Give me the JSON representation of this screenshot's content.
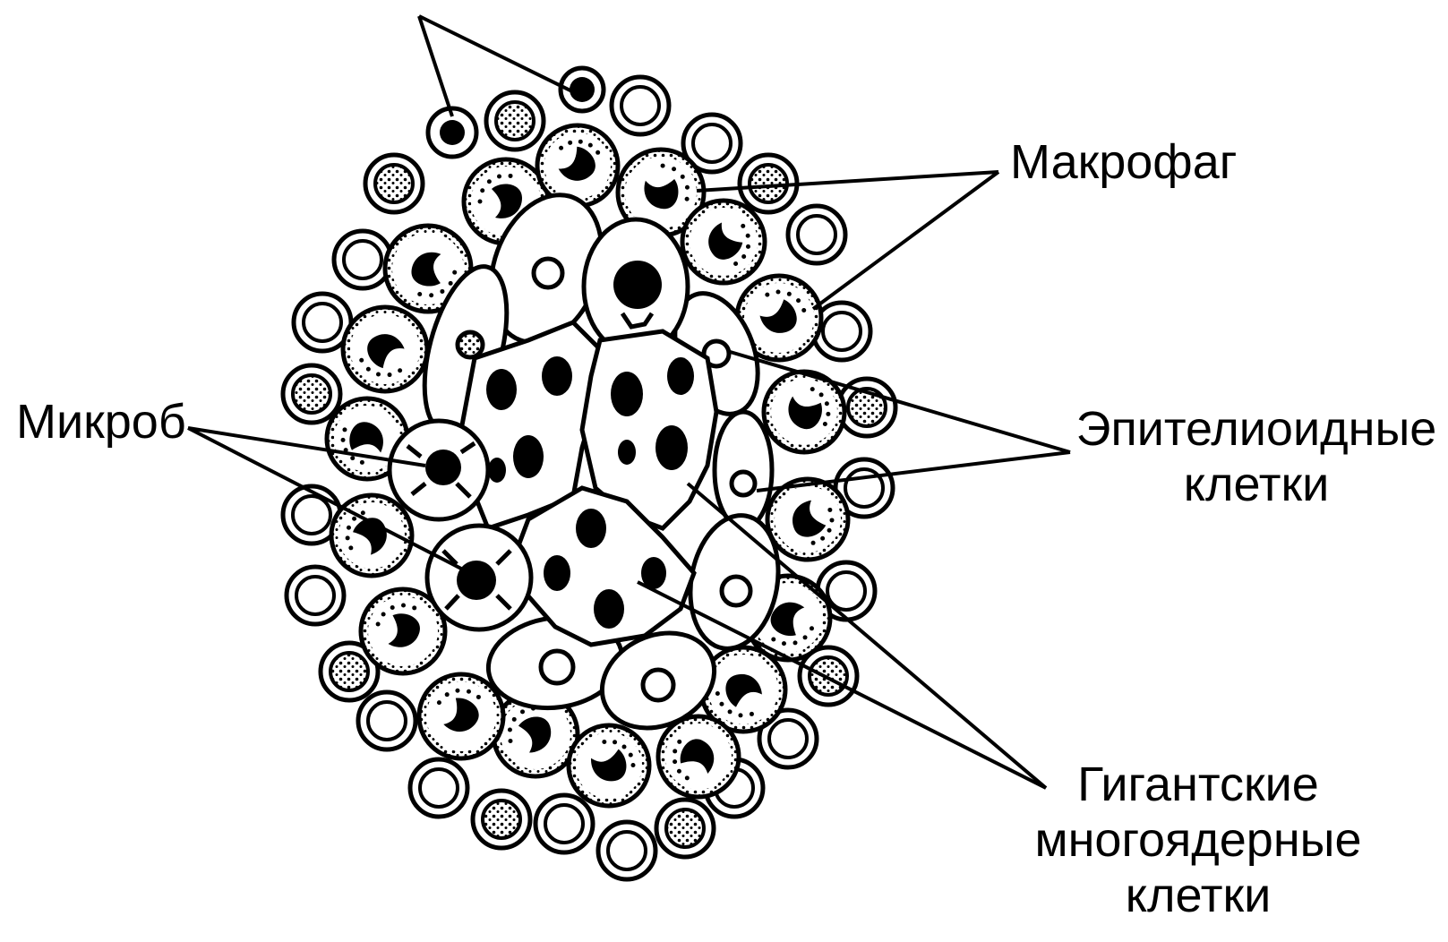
{
  "labels": {
    "macrophage": "Макрофаг",
    "microbe": "Микроб",
    "epithelioid": [
      "Эпителиоидные",
      "клетки"
    ],
    "giant": [
      "Гигантские",
      "многоядерные",
      "клетки"
    ]
  },
  "colors": {
    "ink": "#000000",
    "paper": "#ffffff"
  }
}
